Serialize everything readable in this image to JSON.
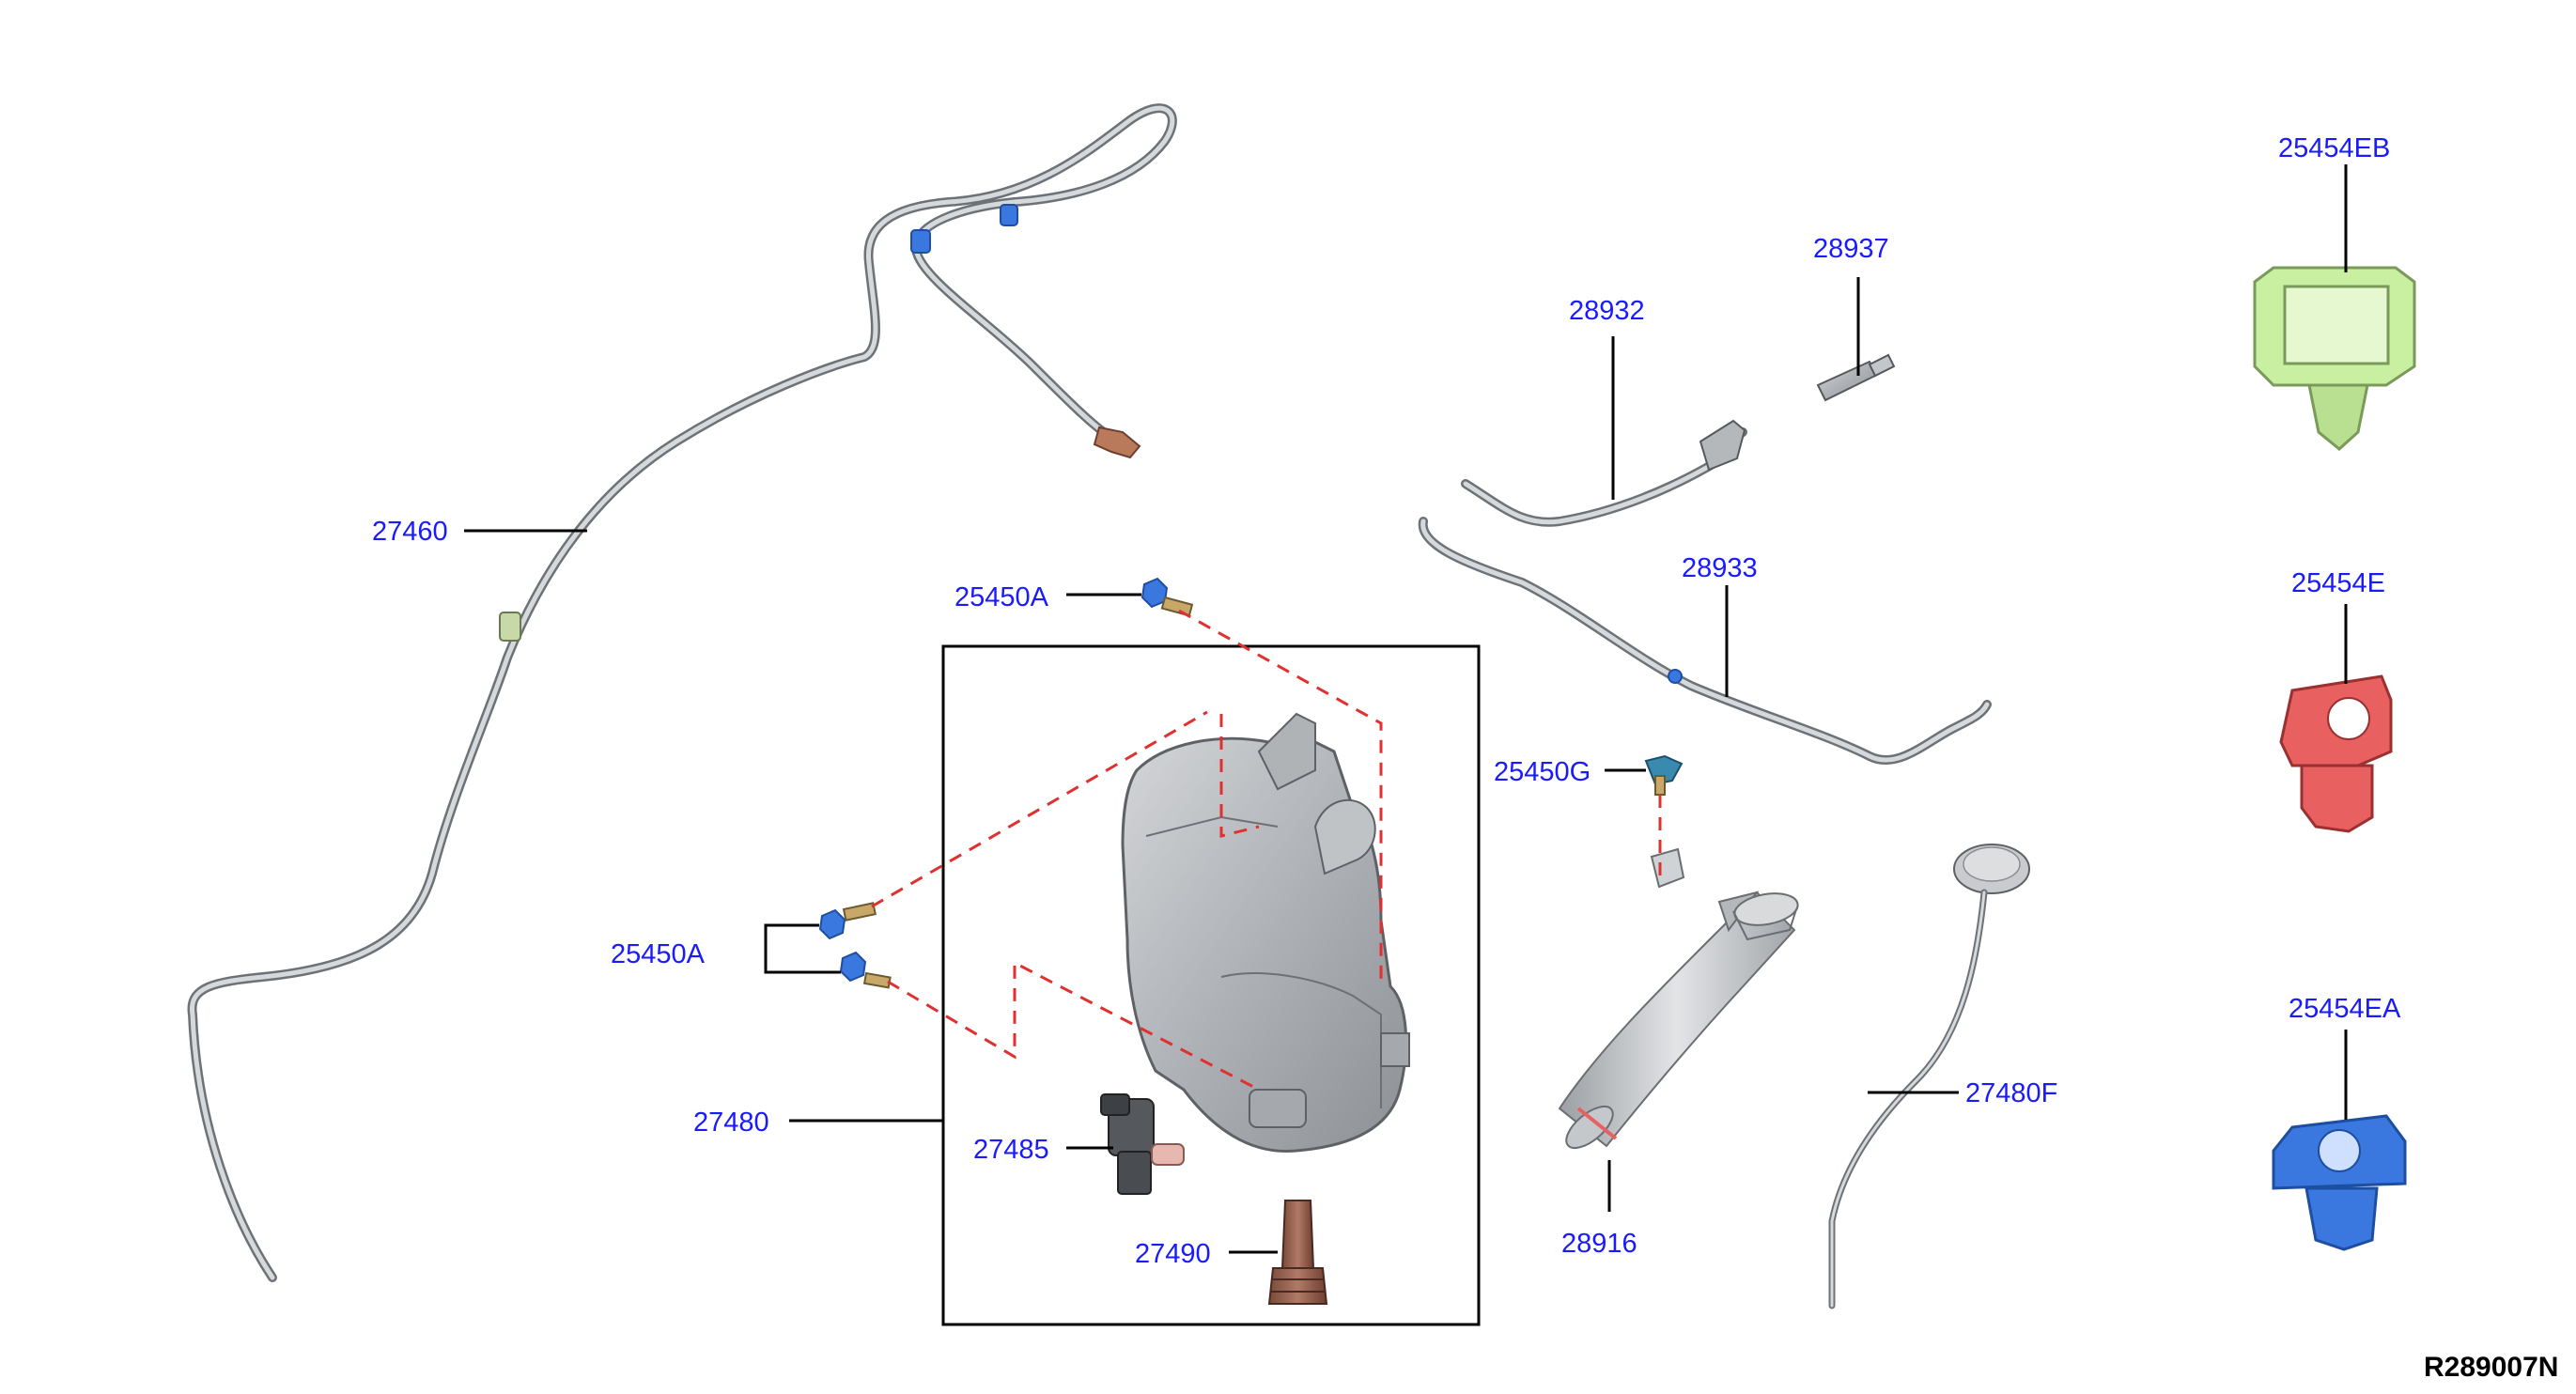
{
  "diagram": {
    "reference_code": "R289007N",
    "colors": {
      "callout_text": "#1a1aff",
      "dashed_line": "#e03030",
      "clip_green": "#c8f0a0",
      "clip_red": "#e86060",
      "clip_blue": "#3a78e0",
      "part_gray": "#a9acb0"
    },
    "callouts": {
      "c27460": "27460",
      "c25450A_top": "25450A",
      "c25450A_left": "25450A",
      "c27480": "27480",
      "c27485": "27485",
      "c27490": "27490",
      "c28932": "28932",
      "c28937": "28937",
      "c28933": "28933",
      "c25450G": "25450G",
      "c28916": "28916",
      "c27480F": "27480F",
      "c25454EB": "25454EB",
      "c25454E": "25454E",
      "c25454EA": "25454EA"
    }
  }
}
